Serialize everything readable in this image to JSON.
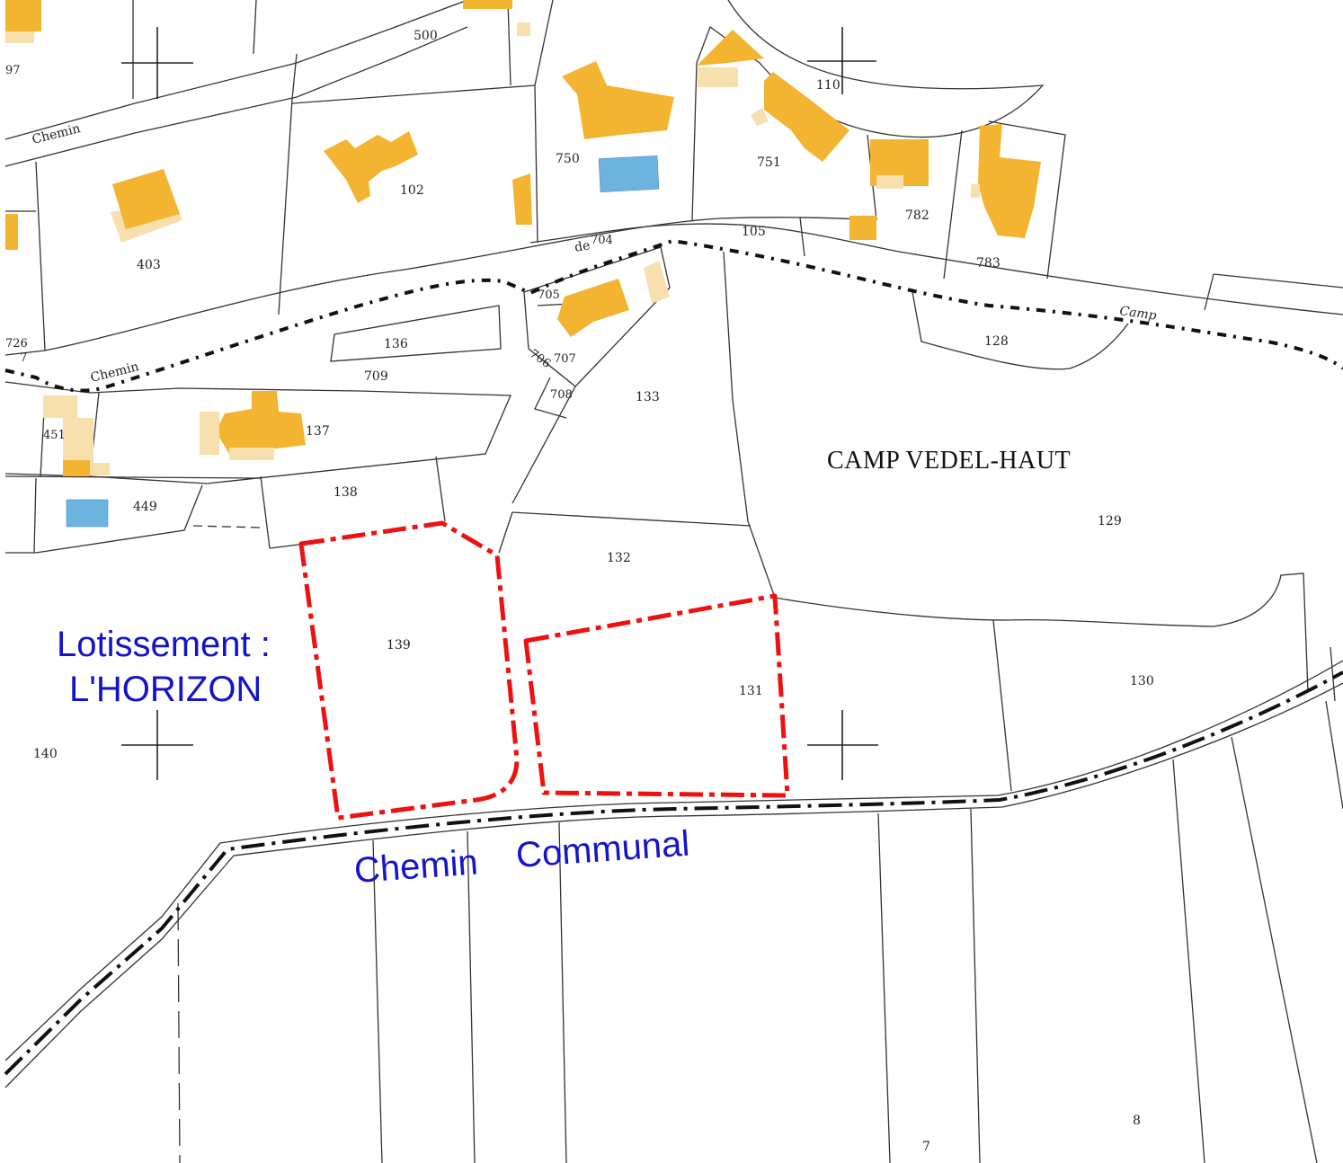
{
  "parcels": {
    "p97": "97",
    "p500": "500",
    "p110": "110",
    "p750": "750",
    "p751": "751",
    "p102": "102",
    "p403": "403",
    "p782": "782",
    "p783": "783",
    "p105": "105",
    "p704": "704",
    "p705": "705",
    "p726": "726",
    "p7a": "7",
    "p136": "136",
    "p709": "709",
    "p706": "706",
    "p707": "707",
    "p708": "708",
    "p133": "133",
    "p128": "128",
    "p451": "451",
    "p137": "137",
    "p138": "138",
    "p449": "449",
    "p129": "129",
    "p132": "132",
    "p139": "139",
    "p131": "131",
    "p130": "130",
    "p140": "140",
    "p7": "7",
    "p8": "8"
  },
  "road_labels": {
    "chemin_top": "Chemin",
    "chemin_mid": "Chemin",
    "de": "de",
    "camp": "Camp"
  },
  "place_name": "CAMP VEDEL-HAUT",
  "annotations": {
    "lotissement_line1": "Lotissement :",
    "lotissement_line2": "L'HORIZON",
    "road_line_word1": "Chemin",
    "road_line_word2": "Communal"
  },
  "colors": {
    "building": "#f2b431",
    "annex": "#f8dfae",
    "pool": "#6cb3e0",
    "boundary_highlight": "#ee1111",
    "annotation_text": "#1414c8"
  }
}
